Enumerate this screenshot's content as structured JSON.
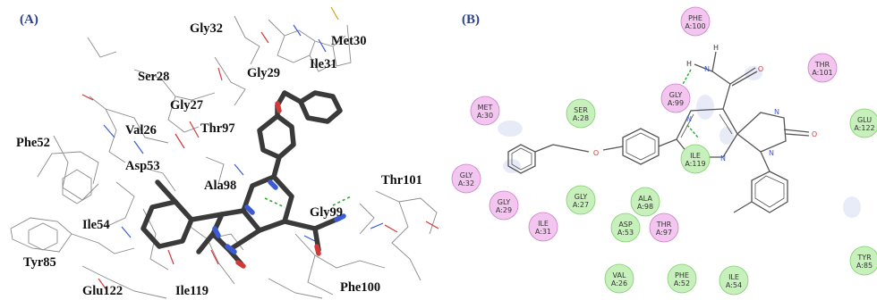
{
  "panel_a": {
    "label": "(A)",
    "residues": [
      "Gly32",
      "Met30",
      "Ile31",
      "Ser28",
      "Gly29",
      "Gly27",
      "Thr97",
      "Phe52",
      "Val26",
      "Asp53",
      "Ala98",
      "Gly99",
      "Thr101",
      "Ile54",
      "Tyr85",
      "Glu122",
      "Ile119",
      "Phe100"
    ]
  },
  "panel_b": {
    "label": "(B)",
    "residues": [
      {
        "line1": "PHE",
        "line2": "A:100",
        "type": "polar"
      },
      {
        "line1": "THR",
        "line2": "A:101",
        "type": "polar"
      },
      {
        "line1": "GLY",
        "line2": "A:99",
        "type": "polar"
      },
      {
        "line1": "MET",
        "line2": "A:30",
        "type": "polar"
      },
      {
        "line1": "SER",
        "line2": "A:28",
        "type": "hydrophobic"
      },
      {
        "line1": "GLU",
        "line2": "A:122",
        "type": "hydrophobic"
      },
      {
        "line1": "ILE",
        "line2": "A:119",
        "type": "hydrophobic"
      },
      {
        "line1": "GLY",
        "line2": "A:32",
        "type": "polar"
      },
      {
        "line1": "GLY",
        "line2": "A:29",
        "type": "polar"
      },
      {
        "line1": "GLY",
        "line2": "A:27",
        "type": "hydrophobic"
      },
      {
        "line1": "ALA",
        "line2": "A:98",
        "type": "hydrophobic"
      },
      {
        "line1": "ILE",
        "line2": "A:31",
        "type": "polar"
      },
      {
        "line1": "ASP",
        "line2": "A:53",
        "type": "hydrophobic"
      },
      {
        "line1": "THR",
        "line2": "A:97",
        "type": "polar"
      },
      {
        "line1": "VAL",
        "line2": "A:26",
        "type": "hydrophobic"
      },
      {
        "line1": "PHE",
        "line2": "A:52",
        "type": "hydrophobic"
      },
      {
        "line1": "ILE",
        "line2": "A:54",
        "type": "hydrophobic"
      },
      {
        "line1": "TYR",
        "line2": "A:85",
        "type": "hydrophobic"
      }
    ],
    "atoms": {
      "n": "N",
      "o": "O",
      "h": "H"
    }
  },
  "colors": {
    "panel_label": "#2a3f8f",
    "polar_fill": "#f3c6f0",
    "polar_stroke": "#cc7fcb",
    "hydrophobic_fill": "#c8f0bc",
    "hydrophobic_stroke": "#7fcf6e",
    "hbond": "#2aa834",
    "ligand_3d": "#3a3a3a",
    "bond_2d": "#555555",
    "nitrogen": "#3b5bd6",
    "oxygen": "#d23a3a"
  }
}
